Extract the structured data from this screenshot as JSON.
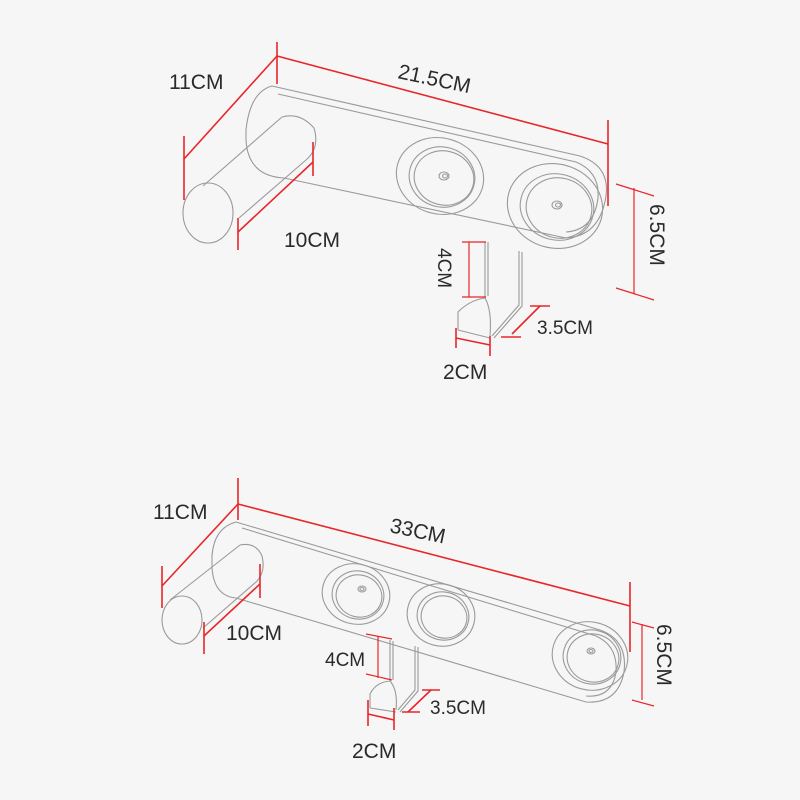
{
  "diagrams": [
    {
      "name": "two-hook-rack",
      "colors": {
        "dimension_line": "#e8262a",
        "outline": "#9a9a9a",
        "background": "#f6f6f6",
        "text": "#2a2a2a"
      },
      "dimensions": {
        "depth": "11CM",
        "length": "21.5CM",
        "rod_length": "10CM",
        "height": "6.5CM",
        "hook_drop": "4CM",
        "hook_reach": "3.5CM",
        "hook_width": "2CM"
      },
      "mount_count": 2
    },
    {
      "name": "three-hook-rack",
      "colors": {
        "dimension_line": "#e8262a",
        "outline": "#9a9a9a",
        "background": "#f6f6f6",
        "text": "#2a2a2a"
      },
      "dimensions": {
        "depth": "11CM",
        "length": "33CM",
        "rod_length": "10CM",
        "height": "6.5CM",
        "hook_drop": "4CM",
        "hook_reach": "3.5CM",
        "hook_width": "2CM"
      },
      "mount_count": 3
    }
  ]
}
